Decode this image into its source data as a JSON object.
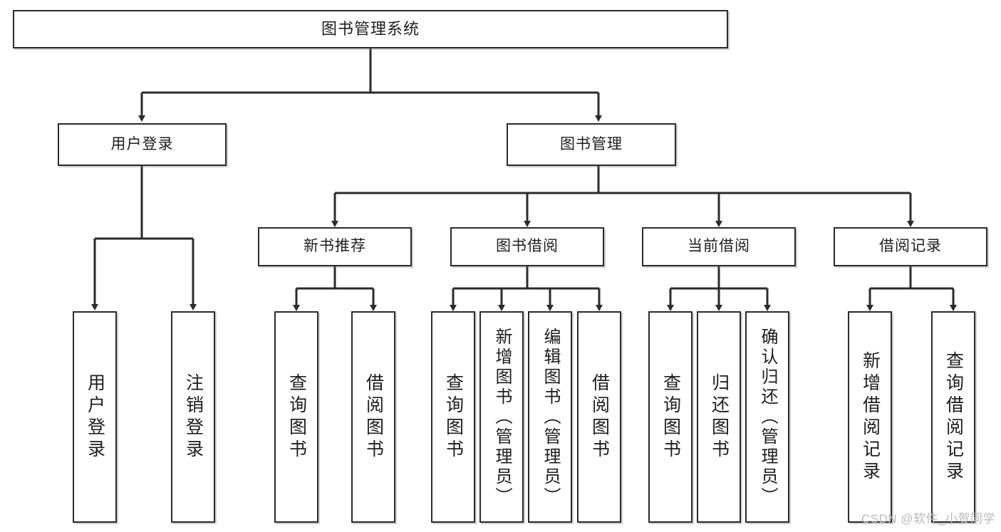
{
  "diagram": {
    "title": "图书管理系统",
    "watermark": "CSDN @软件_小贺同学",
    "stroke_color": "#2b2b2b",
    "background_color": "#ffffff",
    "text_color": "#1d1d1d",
    "watermark_color": "#b9b9b9",
    "levels": {
      "root": "图书管理系统",
      "level2": [
        "用户登录",
        "图书管理"
      ],
      "level3": [
        "新书推荐",
        "图书借阅",
        "当前借阅",
        "借阅记录"
      ]
    },
    "nodes": {
      "root": {
        "label": "图书管理系统"
      },
      "user_login": {
        "label": "用户登录"
      },
      "book_manage": {
        "label": "图书管理"
      },
      "new_book_rec": {
        "label": "新书推荐"
      },
      "book_borrow": {
        "label": "图书借阅"
      },
      "current_borrow": {
        "label": "当前借阅"
      },
      "borrow_record": {
        "label": "借阅记录"
      },
      "leaf_user_login": {
        "label": "用户登录"
      },
      "leaf_logout": {
        "label": "注销登录"
      },
      "leaf_query_book_1": {
        "label": "查询图书"
      },
      "leaf_borrow_book_1": {
        "label": "借阅图书"
      },
      "leaf_query_book_2": {
        "label": "查询图书"
      },
      "leaf_add_book": {
        "label": "新增图书（管理员）"
      },
      "leaf_edit_book": {
        "label": "编辑图书（管理员）"
      },
      "leaf_borrow_book_2": {
        "label": "借阅图书"
      },
      "leaf_query_book_3": {
        "label": "查询图书"
      },
      "leaf_return_book": {
        "label": "归还图书"
      },
      "leaf_confirm_return": {
        "label": "确认归还（管理员）"
      },
      "leaf_add_record": {
        "label": "新增借阅记录"
      },
      "leaf_query_record": {
        "label": "查询借阅记录"
      }
    },
    "edges": [
      {
        "from": "root",
        "to": "user_login"
      },
      {
        "from": "root",
        "to": "book_manage"
      },
      {
        "from": "user_login",
        "to": "leaf_user_login"
      },
      {
        "from": "user_login",
        "to": "leaf_logout"
      },
      {
        "from": "book_manage",
        "to": "new_book_rec"
      },
      {
        "from": "book_manage",
        "to": "book_borrow"
      },
      {
        "from": "book_manage",
        "to": "current_borrow"
      },
      {
        "from": "book_manage",
        "to": "borrow_record"
      },
      {
        "from": "new_book_rec",
        "to": "leaf_query_book_1"
      },
      {
        "from": "new_book_rec",
        "to": "leaf_borrow_book_1"
      },
      {
        "from": "book_borrow",
        "to": "leaf_query_book_2"
      },
      {
        "from": "book_borrow",
        "to": "leaf_add_book"
      },
      {
        "from": "book_borrow",
        "to": "leaf_edit_book"
      },
      {
        "from": "book_borrow",
        "to": "leaf_borrow_book_2"
      },
      {
        "from": "current_borrow",
        "to": "leaf_query_book_3"
      },
      {
        "from": "current_borrow",
        "to": "leaf_return_book"
      },
      {
        "from": "current_borrow",
        "to": "leaf_confirm_return"
      },
      {
        "from": "borrow_record",
        "to": "leaf_add_record"
      },
      {
        "from": "borrow_record",
        "to": "leaf_query_record"
      }
    ]
  }
}
